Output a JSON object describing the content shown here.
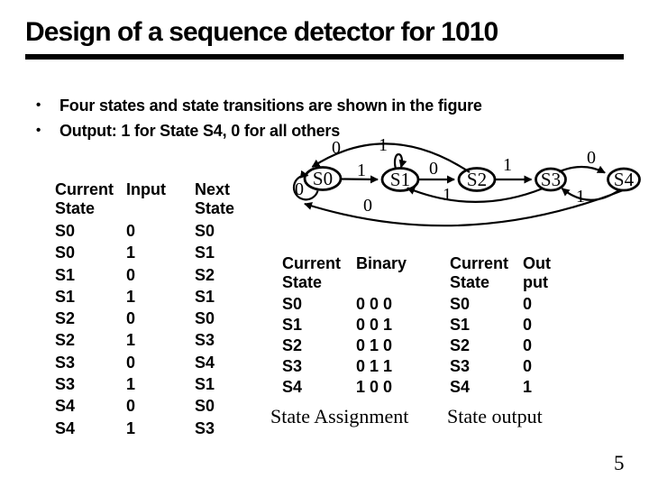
{
  "slide": {
    "title": "Design of a sequence detector for 1010",
    "bullets": [
      "Four states and state transitions are shown in the figure",
      "Output: 1 for State S4, 0 for all others"
    ],
    "page_number": "5"
  },
  "state_diagram": {
    "states": [
      "S0",
      "S1",
      "S2",
      "S3",
      "S4"
    ],
    "transitions": [
      {
        "from": "S0",
        "to": "S0",
        "input": "0"
      },
      {
        "from": "S0",
        "to": "S1",
        "input": "1"
      },
      {
        "from": "S1",
        "to": "S1",
        "input": "1"
      },
      {
        "from": "S1",
        "to": "S2",
        "input": "0"
      },
      {
        "from": "S2",
        "to": "S0",
        "input": "0"
      },
      {
        "from": "S2",
        "to": "S3",
        "input": "1"
      },
      {
        "from": "S3",
        "to": "S4",
        "input": "0"
      },
      {
        "from": "S3",
        "to": "S1",
        "input": "1"
      },
      {
        "from": "S4",
        "to": "S3",
        "input": "1"
      },
      {
        "from": "S4",
        "to": "S0",
        "input": "0"
      }
    ]
  },
  "transition_table": {
    "headers": [
      [
        "Current",
        "State"
      ],
      [
        "Input",
        ""
      ],
      [
        "Next",
        "State"
      ]
    ],
    "rows": [
      [
        "S0",
        "0",
        "S0"
      ],
      [
        "S0",
        "1",
        "S1"
      ],
      [
        "S1",
        "0",
        "S2"
      ],
      [
        "S1",
        "1",
        "S1"
      ],
      [
        "S2",
        "0",
        "S0"
      ],
      [
        "S2",
        "1",
        "S3"
      ],
      [
        "S3",
        "0",
        "S4"
      ],
      [
        "S3",
        "1",
        "S1"
      ],
      [
        "S4",
        "0",
        "S0"
      ],
      [
        "S4",
        "1",
        "S3"
      ]
    ]
  },
  "assignment_table": {
    "headers": [
      [
        "Current",
        "State"
      ],
      [
        "Binary",
        ""
      ]
    ],
    "rows": [
      [
        "S0",
        "0 0 0"
      ],
      [
        "S1",
        "0 0 1"
      ],
      [
        "S2",
        "0 1 0"
      ],
      [
        "S3",
        "0 1 1"
      ],
      [
        "S4",
        "1 0 0"
      ]
    ],
    "caption": "State Assignment"
  },
  "output_table": {
    "headers": [
      [
        "Current",
        "State"
      ],
      [
        "Out",
        "put"
      ]
    ],
    "rows": [
      [
        "S0",
        "0"
      ],
      [
        "S1",
        "0"
      ],
      [
        "S2",
        "0"
      ],
      [
        "S3",
        "0"
      ],
      [
        "S4",
        "1"
      ]
    ],
    "caption": "State output"
  },
  "colors": {
    "background": "#ffffff",
    "ink": "#000000"
  }
}
